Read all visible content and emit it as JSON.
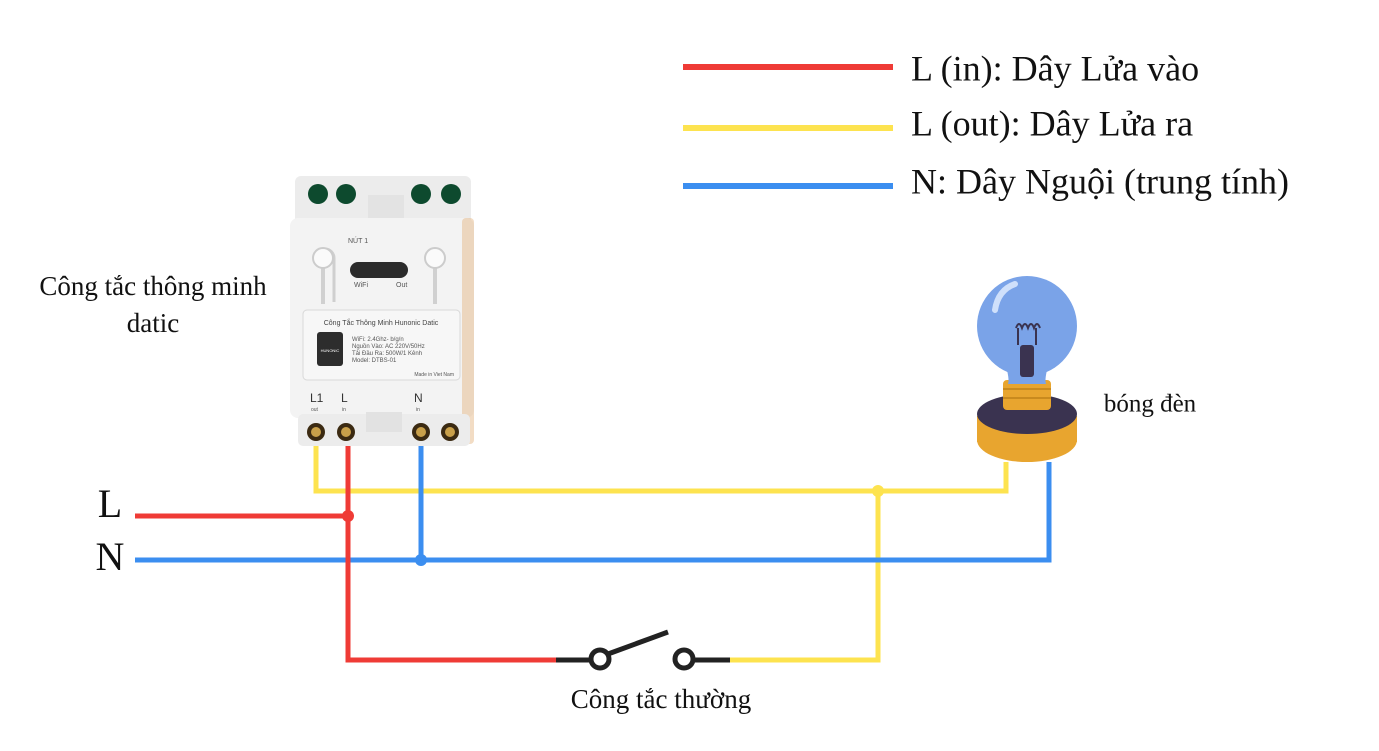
{
  "legend": {
    "items": [
      {
        "label": "L (in): Dây Lửa vào",
        "color": "#ef3b36"
      },
      {
        "label": "L (out): Dây Lửa ra",
        "color": "#fde34f"
      },
      {
        "label": "N: Dây Nguội (trung tính)",
        "color": "#3b8ef0"
      }
    ]
  },
  "labels": {
    "smart_switch_line1": "Công tắc thông minh",
    "smart_switch_line2": "datic",
    "bulb": "bóng đèn",
    "regular_switch": "Công tắc thường",
    "line_L": "L",
    "line_N": "N"
  },
  "device": {
    "button_label": "NÚT 1",
    "wifi_label": "WiFi",
    "out_label": "Out",
    "panel_title": "Công Tắc Thông Minh Hunonic Datic",
    "spec_wifi": "WiFi: 2.4Ghz- b/g/n",
    "spec_input": "Nguồn Vào: AC 220V/50Hz",
    "spec_load": "Tải Đầu Ra: 500W/1 Kênh",
    "spec_model": "Model: DTBS-01",
    "made_in": "Made in Viet Nam",
    "brand": "HUNONIC",
    "terminal_l1": "L1",
    "terminal_l1_sub": "out",
    "terminal_l": "L",
    "terminal_l_sub": "in",
    "terminal_n": "N",
    "terminal_n_sub": "in"
  },
  "colors": {
    "live_in": "#ef3b36",
    "live_out": "#fde34f",
    "neutral": "#3b8ef0",
    "switch": "#222222"
  }
}
